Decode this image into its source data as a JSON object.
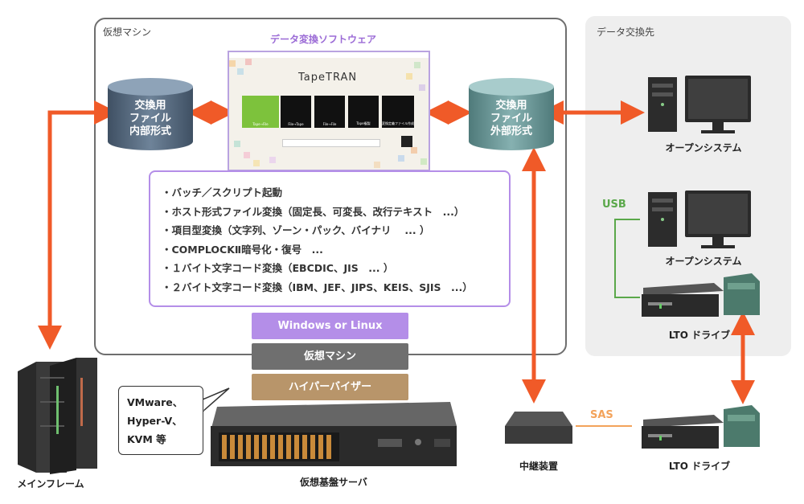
{
  "frames": {
    "vm_title": "仮想マシン",
    "dest_title": "データ交換先"
  },
  "software": {
    "title": "データ変換ソフトウェア",
    "app_name": "TapeTRAN",
    "tiles": [
      "Tape→File",
      "File→Tape",
      "File→File",
      "Tape複製",
      "変換定義ファイル作成"
    ]
  },
  "storage": {
    "internal": [
      "交換用",
      "ファイル",
      "内部形式"
    ],
    "external": [
      "交換用",
      "ファイル",
      "外部形式"
    ]
  },
  "features": [
    "・バッチ／スクリプト起動",
    "・ホスト形式ファイル変換（固定長、可変長、改行テキスト　...）",
    "・項目型変換（文字列、ゾーン・パック、バイナリ　 ... ）",
    "・COMPLOCKⅡ暗号化・復号　...",
    "・１バイト文字コード変換（EBCDIC、JIS　... ）",
    "・２バイト文字コード変換（IBM、JEF、JIPS、KEIS、SJIS　...）"
  ],
  "stack": {
    "os": "Windows or Linux",
    "vm": "仮想マシン",
    "hypervisor": "ハイパーバイザー"
  },
  "bubble": [
    "VMware、",
    "Hyper-V、",
    "KVM 等"
  ],
  "devices": {
    "mainframe": "メインフレーム",
    "server": "仮想基盤サーバ",
    "relay": "中継装置",
    "open_system_1": "オープンシステム",
    "open_system_2": "オープンシステム",
    "lto_1": "LTO ドライブ",
    "lto_2": "LTO ドライブ"
  },
  "connections": {
    "usb": "USB",
    "sas": "SAS"
  },
  "colors": {
    "arrow": "#f05a28",
    "usb": "#5aa84a",
    "sas": "#f3a35b",
    "purple": "#b48ee8",
    "vm_bar": "#6f6f6f",
    "hyper_bar": "#b8956a",
    "cyl_internal": "#5a6f86",
    "cyl_external": "#6f9a9a"
  }
}
